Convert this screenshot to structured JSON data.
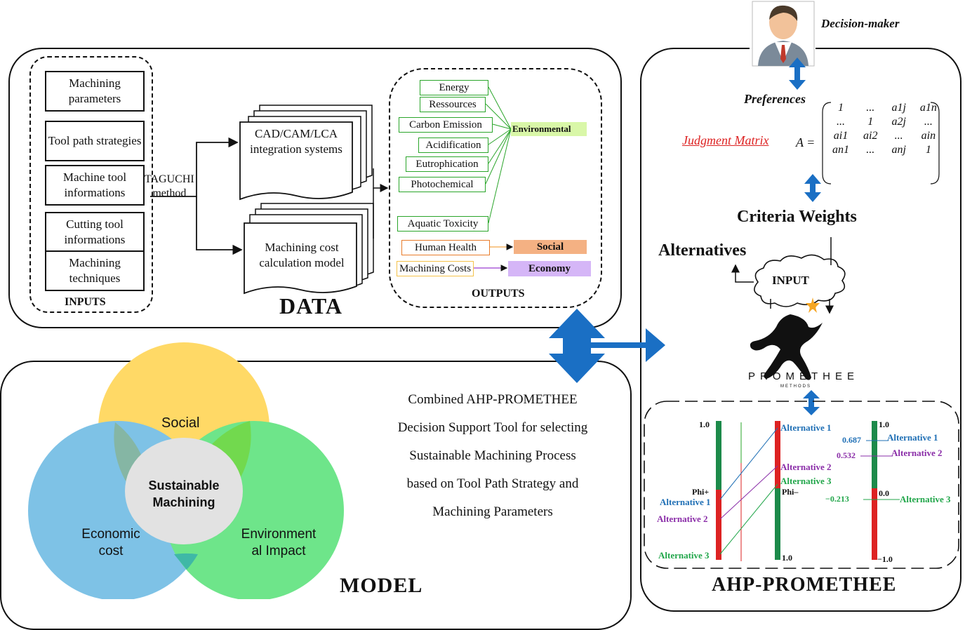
{
  "inputs": {
    "items": [
      "Machining parameters",
      "Tool path strategies",
      "Machine tool informations",
      "Cutting tool informations",
      "Machining techniques"
    ],
    "label": "INPUTS"
  },
  "taguchi": {
    "line1": "TAGUCHI",
    "line2": "method"
  },
  "systems": {
    "cad": "CAD/CAM/LCA integration systems",
    "cost": "Machining cost calculation model"
  },
  "outputs": {
    "env_items": [
      "Energy",
      "Ressources",
      "Carbon Emission",
      "Acidification",
      "Eutrophication",
      "Photochemical",
      "Aquatic Toxicity"
    ],
    "environmental": "Environmental",
    "human_health": "Human Health",
    "social": "Social",
    "machining_costs": "Machining Costs",
    "economy": "Economy",
    "label": "OUTPUTS"
  },
  "data_title": "DATA",
  "model": {
    "social": "Social",
    "economic": "Economic cost",
    "environmental": "Environment al Impact",
    "center": "Sustainable Machining",
    "title": "MODEL",
    "description": "Combined AHP-PROMETHEE Decision Support Tool for selecting Sustainable Machining Process based on Tool Path Strategy and Machining Parameters"
  },
  "ahp": {
    "decision_maker": "Decision-maker",
    "preferences": "Preferences",
    "judgment_matrix": "Judgment Matrix",
    "matrix_label": "A =",
    "matrix": [
      [
        "1",
        "...",
        "a1j",
        "a1n"
      ],
      [
        "...",
        "1",
        "a2j",
        "..."
      ],
      [
        "ai1",
        "ai2",
        "...",
        "ain"
      ],
      [
        "an1",
        "...",
        "anj",
        "1"
      ]
    ],
    "criteria_weights": "Criteria Weights",
    "alternatives": "Alternatives",
    "input": "INPUT",
    "promethee": "PROMETHEE",
    "methods": "METHODS",
    "title": "AHP-PROMETHEE"
  },
  "ranking": {
    "phi_plus": "Phi+",
    "phi_minus": "Phi–",
    "top_label": "1.0",
    "bottom_label": "1.0",
    "net_top": "1.0",
    "net_zero": "0.0",
    "net_bottom": "−1.0",
    "alternatives": [
      {
        "name": "Alternative 1",
        "net": "0.687",
        "color": "#1f6fb5"
      },
      {
        "name": "Alternative 2",
        "net": "0.532",
        "color": "#8a2da8"
      },
      {
        "name": "Alternative 3",
        "net": "−0.213",
        "color": "#21a64a"
      }
    ]
  },
  "colors": {
    "env_fill": "#d9f7a8",
    "social_fill": "#f4b183",
    "economy_fill": "#d5b6f7",
    "social_circle": "#ffd966",
    "economic_circle": "#7ec2e6",
    "env_circle": "#6ee58a",
    "arrow_blue": "#1a6fc4"
  }
}
